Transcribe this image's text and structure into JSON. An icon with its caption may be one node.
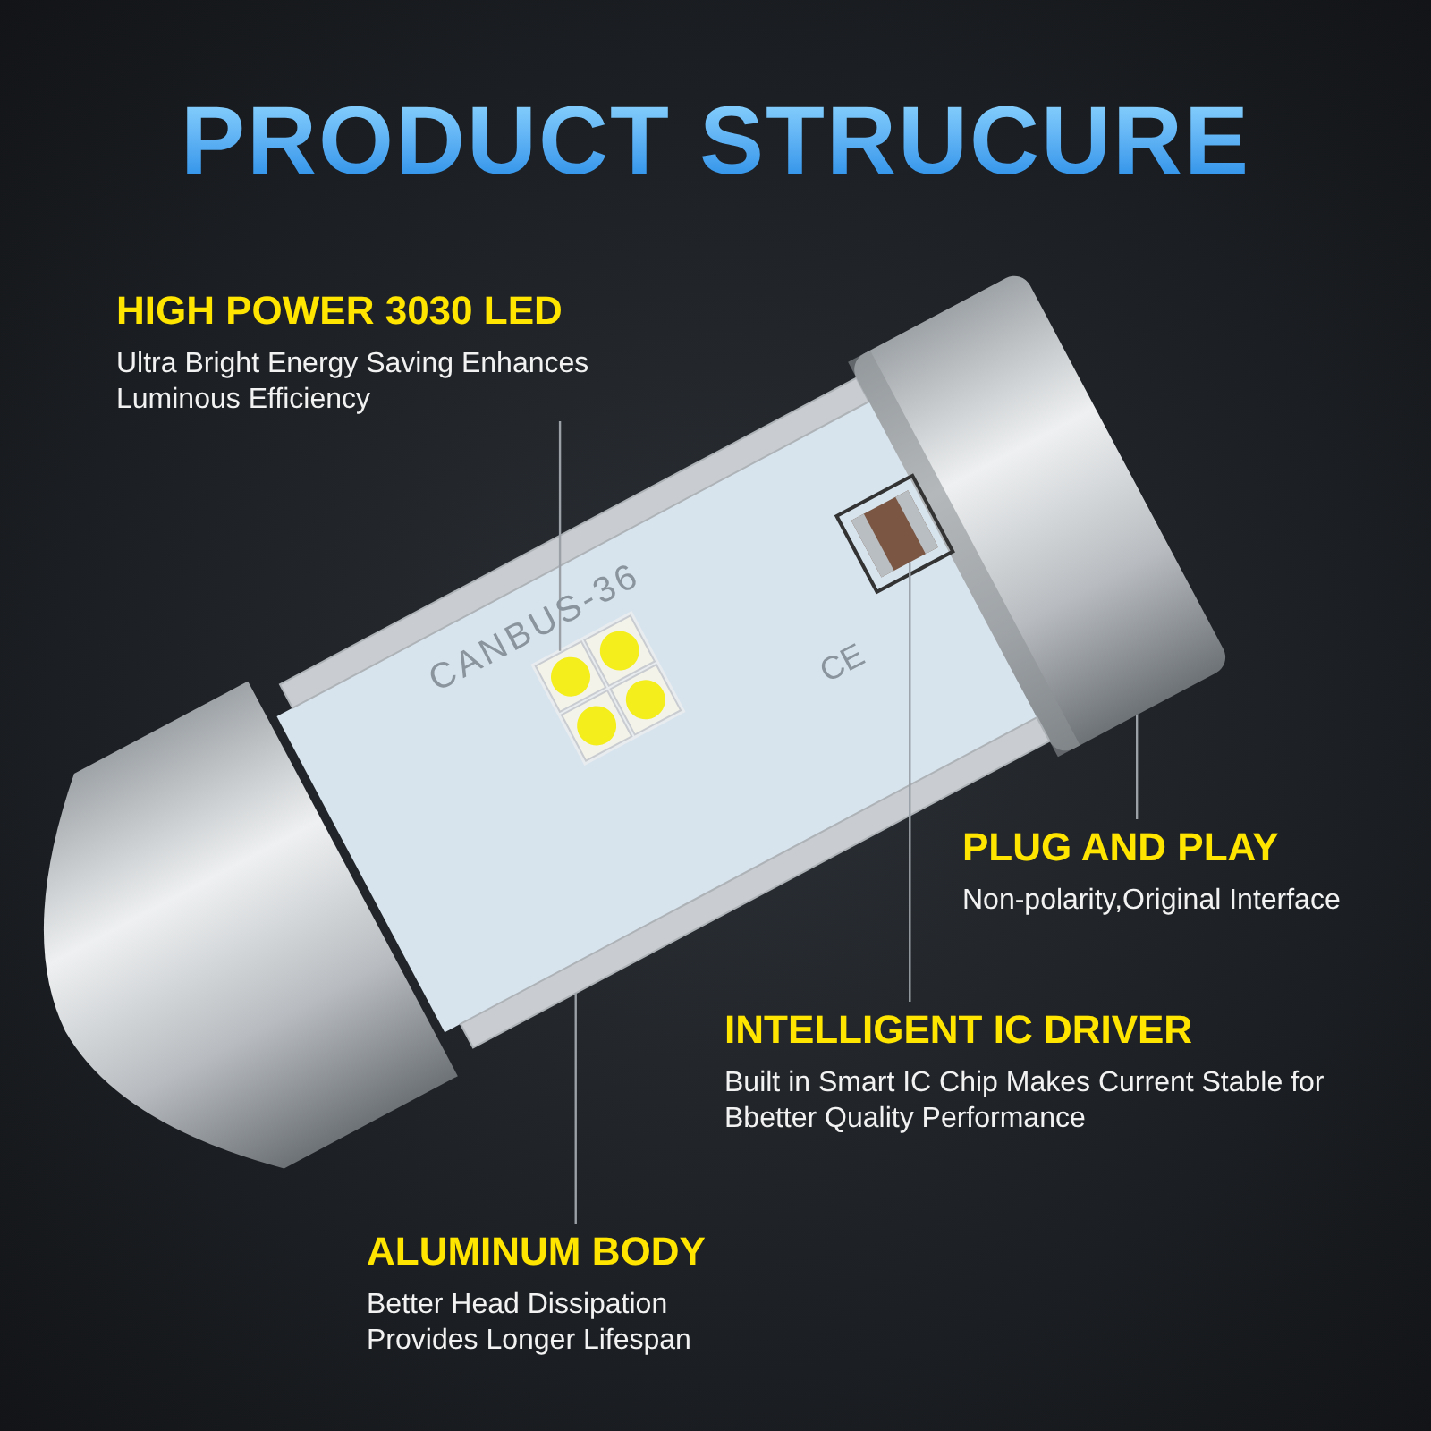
{
  "diagram": {
    "title": "PRODUCT STRUCURE",
    "nodes": [
      {
        "text": [
          "HIGH POWER 3030 LED",
          "Ultra Bright Energy Saving Enhances Luminous Efficiency"
        ]
      },
      {
        "text": [],
        "shape": "picture"
      },
      {
        "text": [
          "PLUG AND PLAY",
          "Non-polarity,Original Interface"
        ]
      },
      {
        "text": [],
        "shape": "picture"
      },
      {
        "text": [
          "INTELLIGENT IC DRIVER",
          "Built in Smart IC Chip Makes Current Stable for Bbetter Quality Performance"
        ]
      },
      {
        "text": [],
        "shape": "picture"
      },
      {
        "text": [
          "ALUMINUM BODY",
          "Better Head Dissipation Provides Longer Lifespan"
        ]
      },
      {
        "text": [],
        "shape": "picture"
      }
    ],
    "edges": [
      {
        "from": 0,
        "to": 1,
        "arrow": "none"
      },
      {
        "from": 2,
        "to": 3,
        "arrow": "none"
      },
      {
        "from": 4,
        "to": 5,
        "arrow": "none"
      },
      {
        "from": 6,
        "to": 7,
        "arrow": "none"
      }
    ],
    "labels": [
      "CANBUS-36",
      "CE"
    ]
  }
}
